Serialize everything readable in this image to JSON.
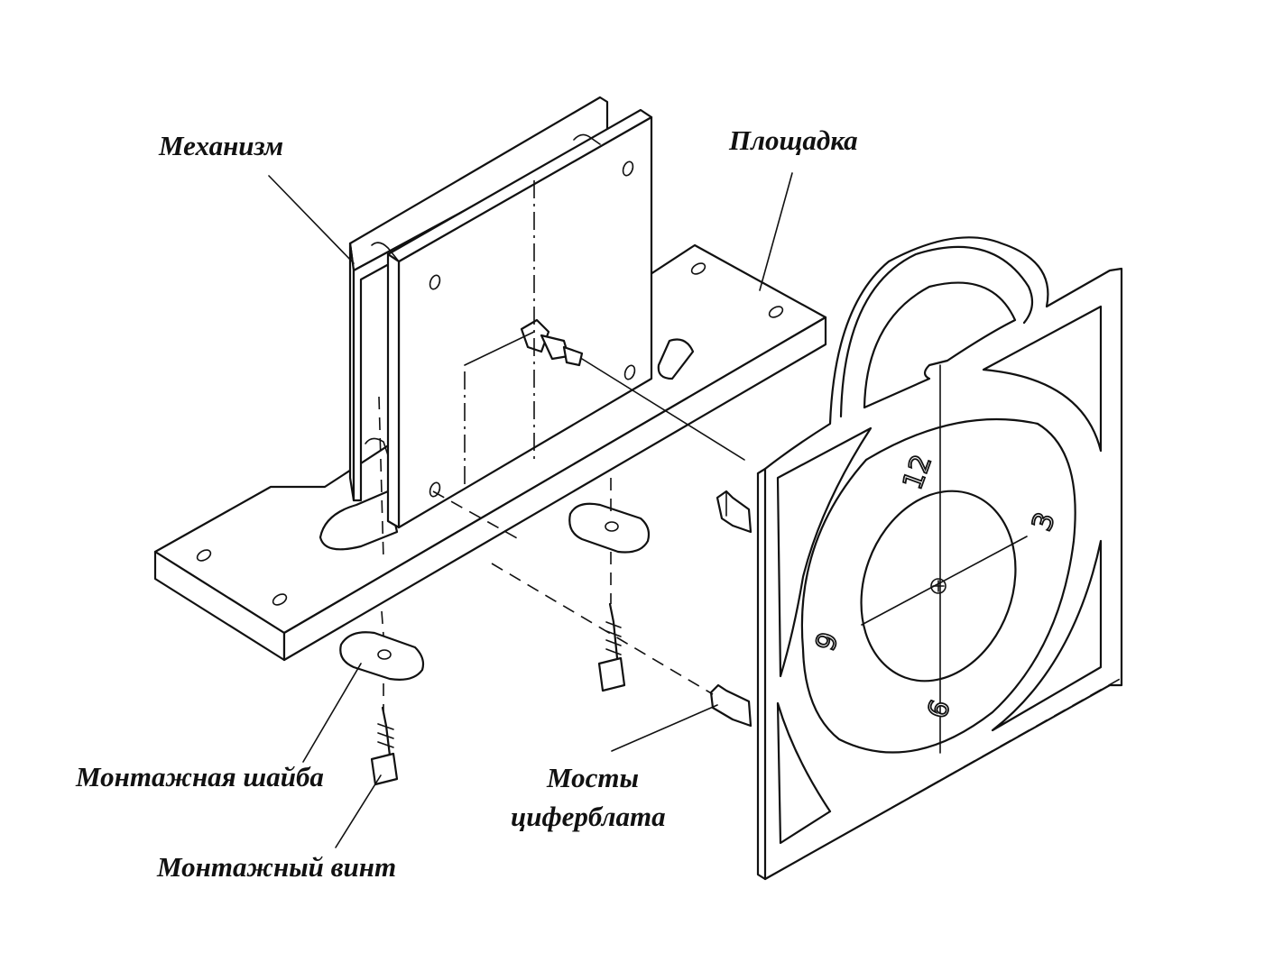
{
  "labels": {
    "mechanism": "Механизм",
    "platform": "Площадка",
    "mounting_washer": "Монтажная шайба",
    "dial_bridges_line1": "Мосты",
    "dial_bridges_line2": "циферблата",
    "mounting_screw": "Монтажный винт"
  },
  "dial_numbers": {
    "twelve": "12",
    "three": "3",
    "six": "6",
    "nine": "9"
  }
}
